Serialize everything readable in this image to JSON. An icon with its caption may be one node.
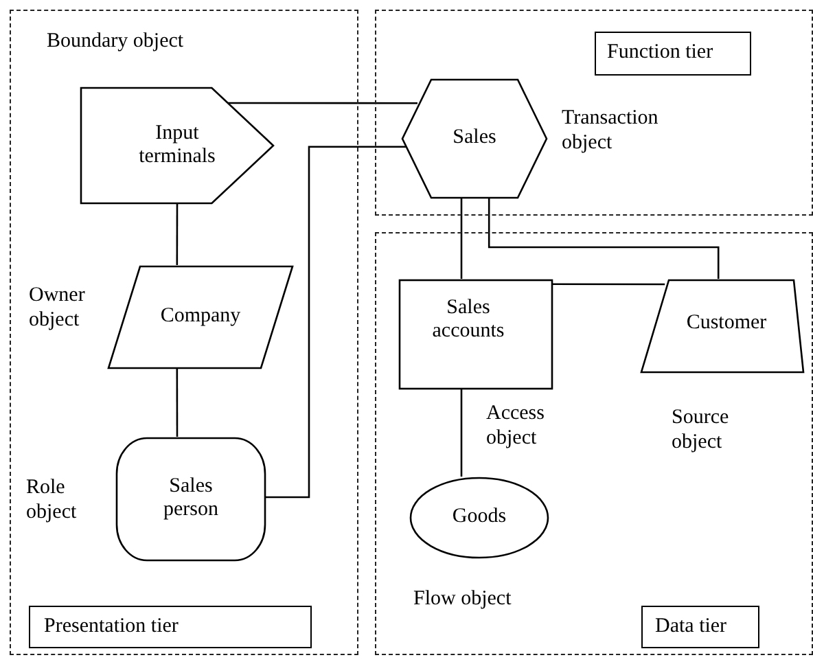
{
  "diagram": {
    "nodes": [
      {
        "text": [],
        "shape": "box"
      },
      {
        "text": [
          "Presentation tier"
        ],
        "in": 0
      },
      {
        "text": [
          "Input terminals"
        ],
        "in": 0,
        "beside": [
          "Boundary object"
        ]
      },
      {
        "text": [
          "Company"
        ],
        "in": 0,
        "beside": [
          "Owner object"
        ]
      },
      {
        "text": [
          "Sales person"
        ],
        "in": 0,
        "beside": [
          "Role object"
        ]
      },
      {
        "text": [],
        "shape": "box"
      },
      {
        "text": [
          "Function tier"
        ],
        "in": 5
      },
      {
        "text": [
          "Sales"
        ],
        "in": 5,
        "beside": [
          "Transaction object"
        ]
      },
      {
        "text": [],
        "shape": "box"
      },
      {
        "text": [
          "Sales accounts"
        ],
        "in": 8,
        "beside": [
          "Access object"
        ]
      },
      {
        "text": [
          "Customer"
        ],
        "in": 8,
        "beside": [
          "Source object"
        ]
      },
      {
        "text": [
          "Goods"
        ],
        "in": 8,
        "beside": [
          "Flow object"
        ]
      },
      {
        "text": [
          "Data tier"
        ],
        "in": 8
      }
    ],
    "edges": [
      {
        "from": 2,
        "to": 7,
        "arrow": "none"
      },
      {
        "from": 2,
        "to": 3,
        "arrow": "none"
      },
      {
        "from": 3,
        "to": 4,
        "arrow": "none"
      },
      {
        "from": 4,
        "to": 7,
        "arrow": "none"
      },
      {
        "from": 7,
        "to": 9,
        "arrow": "none"
      },
      {
        "from": 7,
        "to": 10,
        "arrow": "none"
      },
      {
        "from": 9,
        "to": 10,
        "arrow": "none"
      },
      {
        "from": 9,
        "to": 11,
        "arrow": "none"
      }
    ]
  }
}
